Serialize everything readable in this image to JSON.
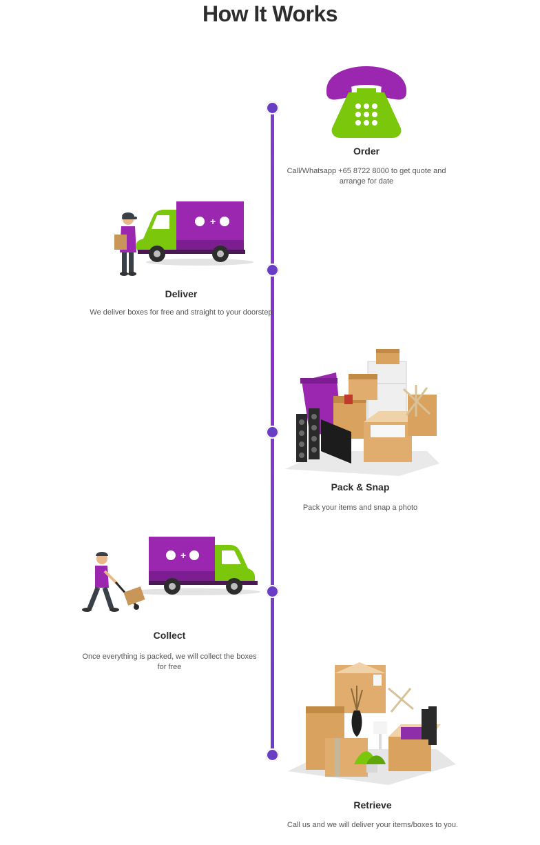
{
  "page": {
    "title": "How It Works"
  },
  "steps": [
    {
      "title": "Order",
      "description": "Call/Whatsapp +65 8722 8000 to get quote and arrange for date",
      "icon": "telephone-icon"
    },
    {
      "title": "Deliver",
      "description": "We deliver boxes for free and straight to your doorstep",
      "icon": "delivery-truck-icon"
    },
    {
      "title": "Pack & Snap",
      "description": "Pack your items and snap a photo",
      "icon": "packed-items-icon"
    },
    {
      "title": "Collect",
      "description": "Once everything is packed, we will collect the boxes for free",
      "icon": "collection-truck-icon"
    },
    {
      "title": "Retrieve",
      "description": "Call us and we will deliver your items/boxes to you.",
      "icon": "retrieved-items-icon"
    }
  ],
  "colors": {
    "purple": "#9b27b0",
    "green": "#7ac70c",
    "timeline": "#6a3ec4",
    "box": "#d9a35f"
  }
}
